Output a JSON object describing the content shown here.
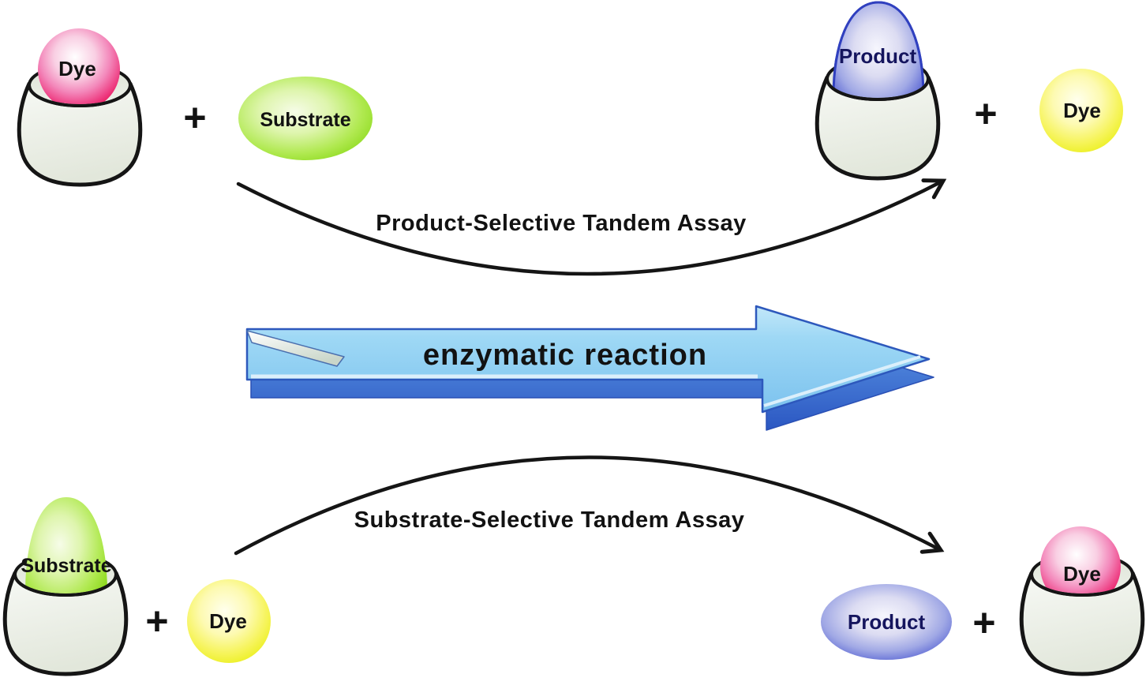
{
  "figure": {
    "top_row": {
      "left_complex_guest": "Dye",
      "left_plus": "+",
      "left_free_species": "Substrate",
      "arrow_label": "Product-Selective Tandem Assay",
      "right_complex_guest": "Product",
      "right_plus": "+",
      "right_free_species": "Dye"
    },
    "center_arrow_label": "enzymatic reaction",
    "bottom_row": {
      "left_complex_guest": "Substrate",
      "left_plus": "+",
      "left_free_species": "Dye",
      "arrow_label": "Substrate-Selective Tandem Assay",
      "right_free_species": "Product",
      "right_plus": "+",
      "right_complex_guest": "Dye"
    },
    "colors": {
      "dye_pink": "#e6094a",
      "dye_yellow": "#e8ee0c",
      "substrate_green": "#7fd40a",
      "product_blue": "#3847c6",
      "host_cup_fill": "#e9ece5",
      "reaction_arrow_blue": "#8fd0f3",
      "outline": "#151515"
    }
  }
}
